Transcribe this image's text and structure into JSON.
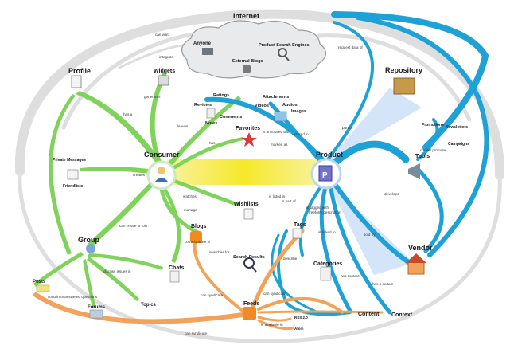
{
  "colors": {
    "green": "#6ccf4a",
    "blue": "#1aa0d8",
    "light_blue": "#b8d7f5",
    "orange": "#f39c4a",
    "gray": "#d8d8d8",
    "yellow": "#f7ea35"
  },
  "icons": {
    "consumer": "user-icon",
    "product": "product-box-icon",
    "internet": "cloud-icon",
    "repository": "boxes-icon",
    "tools": "megaphone-icon",
    "vendor": "house-icon",
    "profile": "document-icon",
    "widgets": "widget-icon",
    "blogs": "blogger-icon",
    "feeds": "rss-icon",
    "search_results": "magnifier-icon",
    "favorites": "star-icon"
  },
  "nodes": {
    "internet": "Internet",
    "anyone": "Anyone",
    "product_search_engines": "Product Search Engines",
    "external_blogs": "External Blogs",
    "profile": "Profile",
    "widgets": "Widgets",
    "repository": "Repository",
    "ratings": "Ratings",
    "reviews": "Reviews",
    "comments": "Comments",
    "notes": "Notes",
    "attachments": "Attachments",
    "videos": "Videos",
    "audios": "Audios",
    "images": "Images",
    "favorites": "Favorites",
    "consumer": "Consumer",
    "product": "Product",
    "promotions": "Promotions",
    "newsletters": "Newsletters",
    "campaigns": "Campaigns",
    "tools": "Tools",
    "private_messages": "Private Messages",
    "friendlists": "Friendlists",
    "wishlists": "Wishlists",
    "blogs": "Blogs",
    "tags": "Tags",
    "group": "Group",
    "vendor": "Vendor",
    "chats": "Chats",
    "search_results": "Search Results",
    "categories": "Categories",
    "posts": "Posts",
    "forums": "Forums",
    "topics": "Topics",
    "feeds": "Feeds",
    "content": "Content",
    "context": "Context",
    "rss": "RSS 2.0",
    "atom": "Atom"
  },
  "edges": {
    "can_visit": "can visit",
    "integrate": "integrate",
    "request_data_of": "request data of",
    "generates": "generates",
    "has_a": "has a",
    "leaves": "leaves",
    "has": "has",
    "is_annotated_with": "is annotated with",
    "marked_as": "marked as",
    "stored_in": "stored in",
    "part_of": "part of",
    "create_promote": "create/ promote",
    "creates": "creates",
    "watches": "watches",
    "is_listed_in": "is listed in",
    "is_part_of": "is part of",
    "manage": "manage",
    "develops": "develops",
    "is_tagged_with": "is tagged with",
    "freeform_description": "freeform description",
    "is_linked_to": "is linked to",
    "sold_by": "sold by",
    "can_create_or_join": "can create or join",
    "discuss_issues_in": "discuss issues in",
    "searches_for": "searches for",
    "contains_unanswered": "contain unanswered questions",
    "can_syndicate": "can syndicate",
    "communicate_in": "communicate in",
    "has_context": "has context",
    "has_a_certain": "has a certain",
    "is_available_in": "is available in",
    "describe": "describe"
  }
}
